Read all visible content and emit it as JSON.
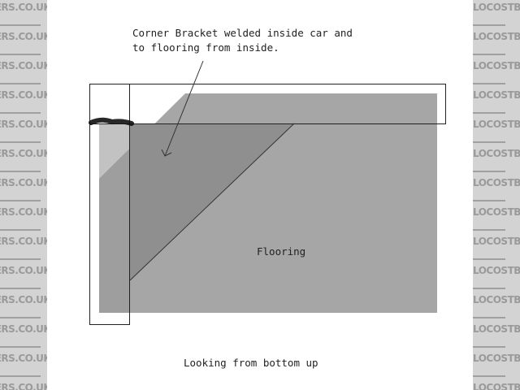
{
  "watermark": {
    "text": "LOCOSTBUILDERS.CO.UK"
  },
  "diagram": {
    "annotation_line1": "Corner Bracket welded inside car and",
    "annotation_line2": "to flooring from inside.",
    "flooring_label": "Flooring",
    "caption": "Looking from bottom up"
  },
  "colors": {
    "background": "#d3d3d3",
    "panel": "#ffffff",
    "flooring": "#a6a6a6",
    "bracket": "#8e8e8e"
  }
}
